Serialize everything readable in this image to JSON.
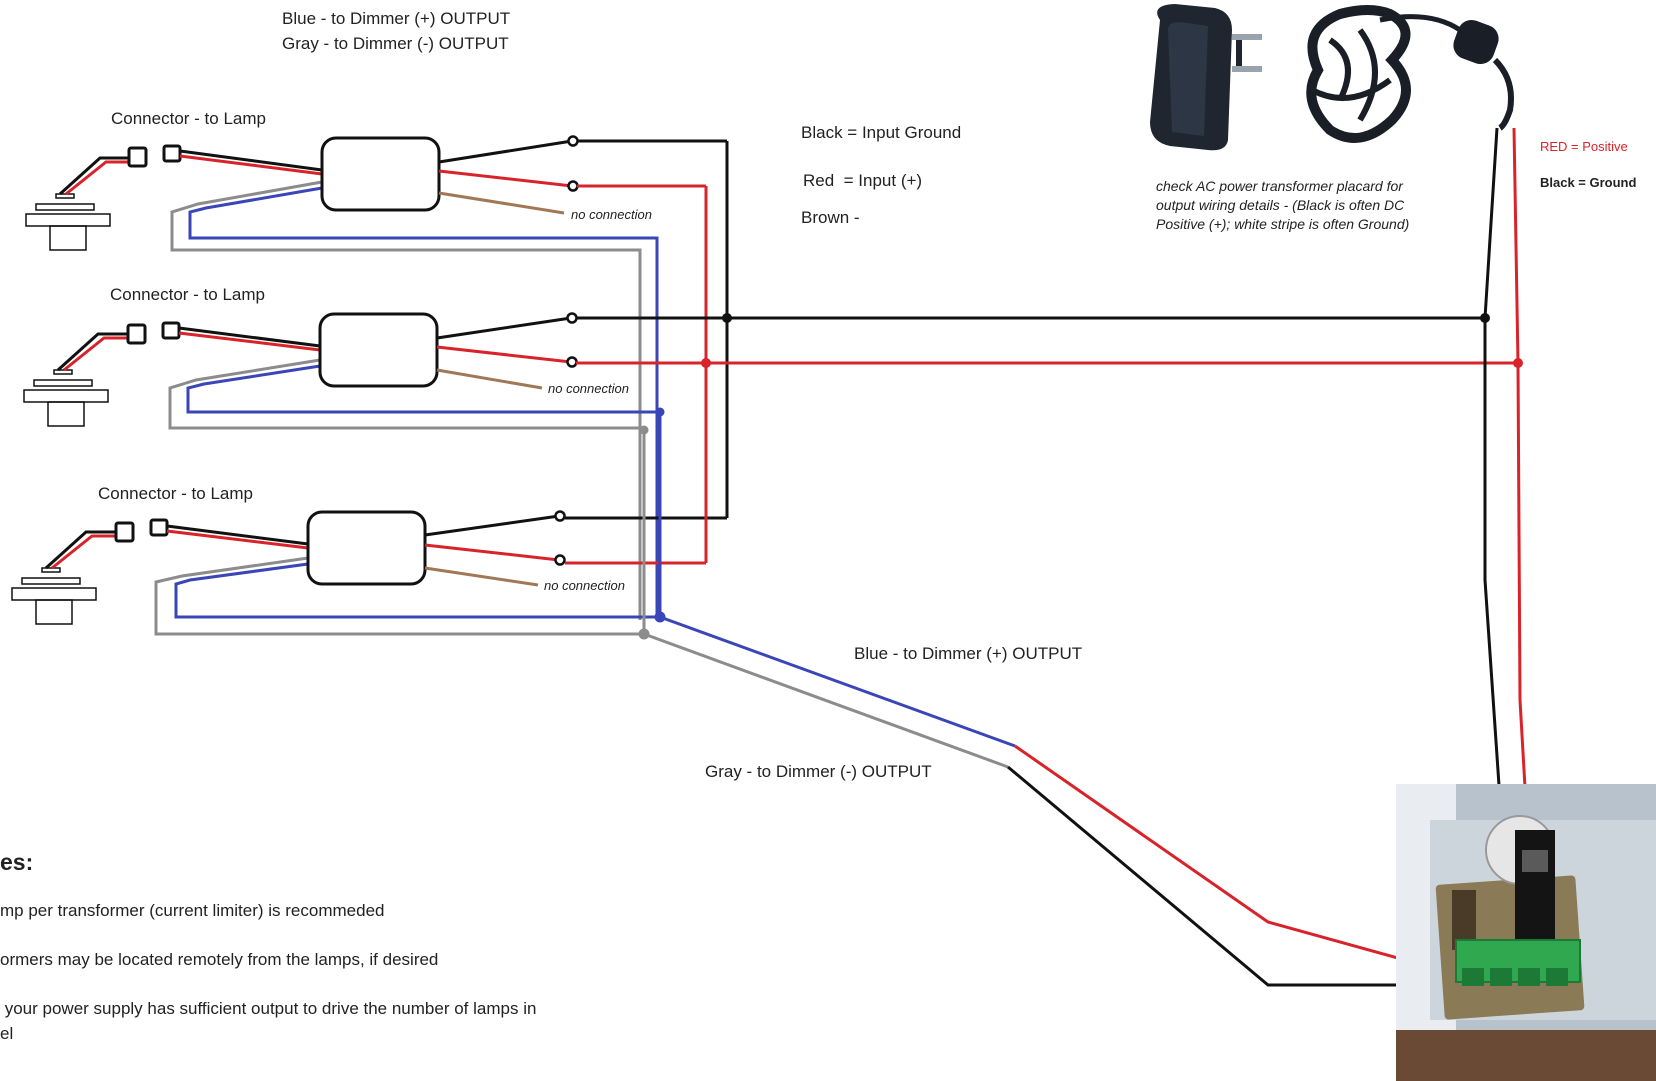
{
  "top_labels": {
    "blue_line": "Blue - to Dimmer (+) OUTPUT",
    "gray_line": "Gray - to Dimmer (-) OUTPUT"
  },
  "connectors": [
    {
      "label": "Connector - to Lamp",
      "brown_note": "no connection"
    },
    {
      "label": "Connector - to Lamp",
      "brown_note": "no connection"
    },
    {
      "label": "Connector - to Lamp",
      "brown_note": "no connection"
    }
  ],
  "input_legend": {
    "black": "Black = Input Ground",
    "red": "Red  = Input (+)",
    "brown": "Brown -"
  },
  "transformer_note": {
    "line1": "check AC power transformer placard for",
    "line2": "output wiring details - (Black is often DC",
    "line3": "Positive (+);  white stripe is often Ground)"
  },
  "supply_legend": {
    "red": "RED = Positive",
    "black": "Black = Ground"
  },
  "dimmer_labels": {
    "blue": "Blue - to Dimmer (+) OUTPUT",
    "gray": "Gray - to Dimmer (-) OUTPUT"
  },
  "notes": {
    "heading": "es:",
    "line1": "mp per transformer (current limiter) is recommeded",
    "line2": "ormers may be located remotely from the lamps, if desired",
    "line3a": " your power supply has sufficient output to drive the number of lamps in",
    "line3b": "el"
  },
  "colors": {
    "black_wire": "#111111",
    "red_wire": "#d9232a",
    "blue_wire": "#3a45b8",
    "gray_wire": "#8c8c8c",
    "brown_wire": "#a07856",
    "supply_red_text": "#d9232a"
  }
}
